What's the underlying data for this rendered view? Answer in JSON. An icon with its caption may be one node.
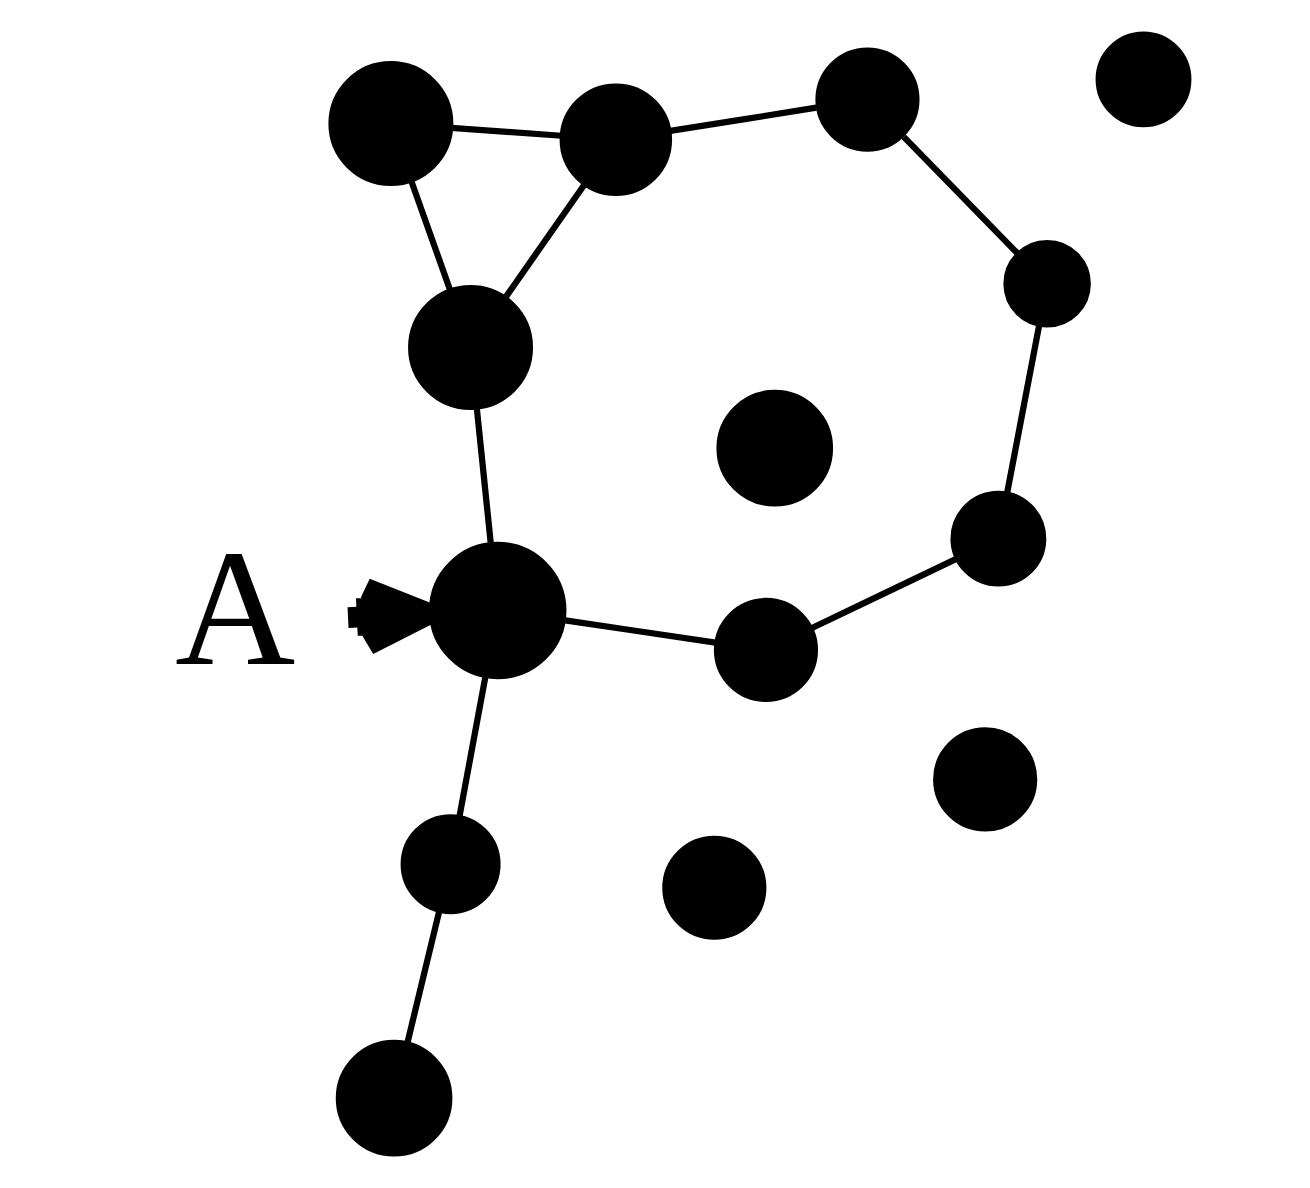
{
  "diagram": {
    "nodes": [
      {
        "text": [],
        "shape": "circle"
      },
      {
        "text": [],
        "shape": "circle"
      },
      {
        "text": [],
        "shape": "circle"
      },
      {
        "text": [],
        "shape": "circle"
      },
      {
        "text": [],
        "shape": "circle"
      },
      {
        "text": [],
        "shape": "circle"
      },
      {
        "text": [],
        "shape": "circle"
      },
      {
        "text": [],
        "shape": "circle"
      },
      {
        "text": [],
        "shape": "circle"
      },
      {
        "text": [],
        "shape": "circle"
      },
      {
        "text": [],
        "shape": "circle"
      },
      {
        "text": [],
        "shape": "circle"
      },
      {
        "text": [],
        "shape": "circle"
      },
      {
        "text": [],
        "shape": "circle"
      },
      {
        "text": [
          "A"
        ]
      }
    ],
    "edges": [
      {
        "from": 1,
        "to": 3,
        "arrow": "none"
      },
      {
        "from": 1,
        "to": 5,
        "arrow": "none"
      },
      {
        "from": 3,
        "to": 5,
        "arrow": "none"
      },
      {
        "from": 3,
        "to": 8,
        "arrow": "none"
      },
      {
        "from": 5,
        "to": 12,
        "arrow": "none"
      },
      {
        "from": 12,
        "to": 11,
        "arrow": "none"
      },
      {
        "from": 11,
        "to": 13,
        "arrow": "none"
      },
      {
        "from": 13,
        "to": 10,
        "arrow": "none"
      },
      {
        "from": 10,
        "to": 8,
        "arrow": "none"
      },
      {
        "from": 8,
        "to": 6,
        "arrow": "none"
      },
      {
        "from": 6,
        "to": 4,
        "arrow": "none"
      },
      {
        "from": 14,
        "to": 8,
        "arrow": "to",
        "style": "thick"
      }
    ]
  }
}
